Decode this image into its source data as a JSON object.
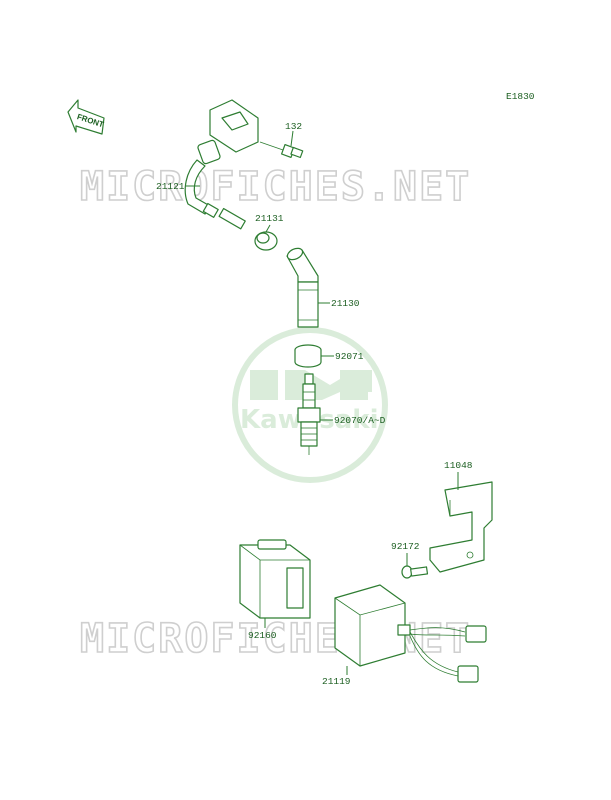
{
  "diagram_code": "E1830",
  "front_arrow_label": "FRONT",
  "watermark_text": "MICROFICHES.NET",
  "logo_text": "Kawasaki",
  "parts": [
    {
      "key": "p132",
      "label": "132"
    },
    {
      "key": "p21121",
      "label": "21121"
    },
    {
      "key": "p21131",
      "label": "21131"
    },
    {
      "key": "p21130",
      "label": "21130"
    },
    {
      "key": "p92071",
      "label": "92071"
    },
    {
      "key": "p92070",
      "label": "92070/A~D"
    },
    {
      "key": "p11048",
      "label": "11048"
    },
    {
      "key": "p92172",
      "label": "92172"
    },
    {
      "key": "p92160",
      "label": "92160"
    },
    {
      "key": "p21119",
      "label": "21119"
    }
  ],
  "colors": {
    "line": "#2e7d32",
    "watermark": "#cfcfcf",
    "logo": "#d7ead7"
  }
}
